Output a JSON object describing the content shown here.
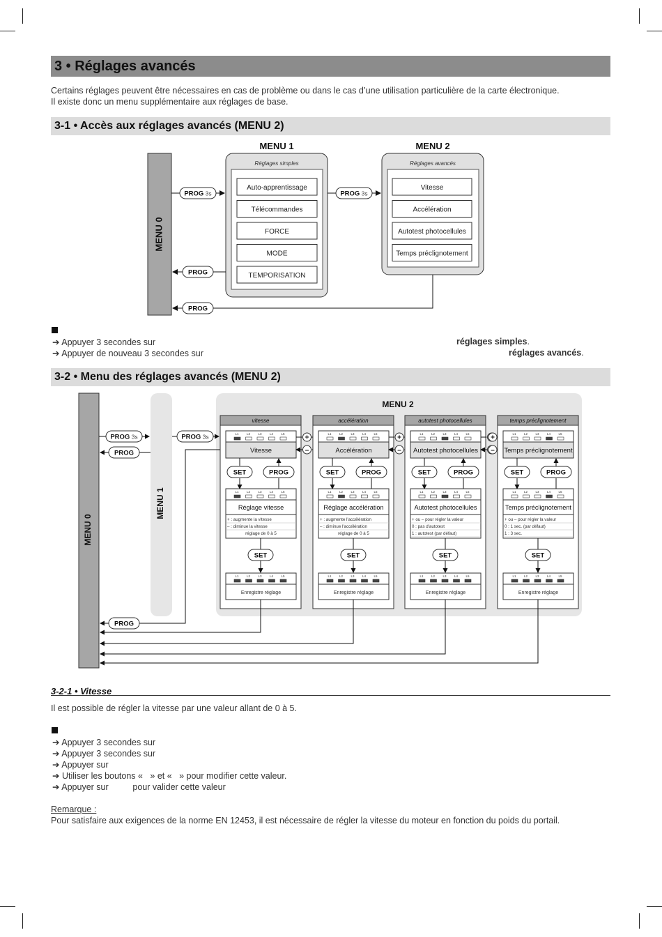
{
  "section_title": "3 •  Réglages avancés",
  "intro": [
    "Certains réglages peuvent être nécessaires en cas de problème ou dans le cas d’une utilisation particulière de la carte électronique.",
    "Il existe donc un menu supplémentaire aux réglages de base."
  ],
  "sub1": {
    "title": "3-1 • Accès aux réglages avancés (MENU 2)",
    "diagram": {
      "menu0": "MENU 0",
      "menu1_title": "MENU 1",
      "menu1_sub": "Réglages simples",
      "menu1_items": [
        "Auto-apprentissage",
        "Télécommandes",
        "FORCE",
        "MODE",
        "TEMPORISATION"
      ],
      "menu2_title": "MENU 2",
      "menu2_sub": "Réglages avancés",
      "menu2_items": [
        "Vitesse",
        "Accélération",
        "Autotest photocellules",
        "Temps préclignotement"
      ],
      "prog": "PROG",
      "three_s": "3s"
    },
    "bullets": [
      "Appuyer 3 secondes sur",
      "Appuyer de nouveau 3 secondes sur"
    ],
    "bullet_ends": [
      "réglages simples",
      "réglages avancés"
    ]
  },
  "sub2": {
    "title": "3-2 • Menu des réglages avancés (MENU 2)",
    "diagram": {
      "menu0": "MENU 0",
      "menu1": "MENU 1",
      "menu2": "MENU 2",
      "set": "SET",
      "prog": "PROG",
      "three_s": "3s",
      "plus": "+",
      "minus": "–",
      "leds": [
        "L1",
        "L2",
        "L3",
        "L4",
        "L5"
      ],
      "save": "Enregistre réglage",
      "columns": [
        {
          "tab": "vitesse",
          "name": "Vitesse",
          "setting": "Réglage vitesse",
          "lines": [
            "+ : augmente la vitesse",
            "– : diminue la vitesse",
            "réglage de 0 à 5"
          ]
        },
        {
          "tab": "accélération",
          "name": "Accélération",
          "setting": "Réglage accélération",
          "lines": [
            "+ : augmente l'accélération",
            "– : diminue l'accélération",
            "réglage de 0 à 5"
          ]
        },
        {
          "tab": "autotest photocellules",
          "name": "Autotest photocellules",
          "setting": "Autotest photocellules",
          "lines": [
            "+ ou – pour régler la valeur",
            "0 : pas d'autotest",
            "1 : autotest (par défaut)"
          ]
        },
        {
          "tab": "temps préclignotement",
          "name": "Temps préclignotement",
          "setting": "Temps préclignotement",
          "lines": [
            "+ ou – pour régler la valeur",
            "0 : 1 sec. (par défaut)",
            "1 : 3 sec."
          ]
        }
      ]
    }
  },
  "sub3": {
    "title": "3-2-1  •  Vitesse",
    "text": "Il est possible de régler la vitesse par une valeur allant de 0 à 5.",
    "bullets": [
      "Appuyer 3 secondes sur",
      "Appuyer 3 secondes sur",
      "Appuyer sur",
      "Utiliser les boutons «   » et «   » pour modifier cette valeur.",
      "Appuyer sur          pour valider cette valeur"
    ],
    "remark_label": "Remarque :",
    "remark": "Pour satisfaire aux exigences de la norme EN 12453, il est nécessaire de régler la vitesse du moteur en fonction du poids du portail."
  }
}
